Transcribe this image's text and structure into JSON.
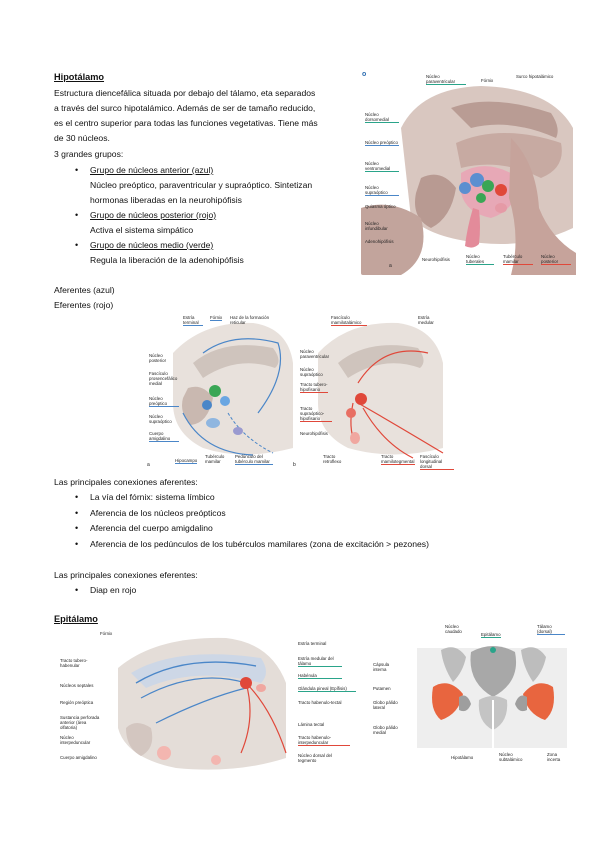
{
  "hipotalamo": {
    "title": "Hipotálamo",
    "intro": [
      "Estructura diencefálica situada por debajo del tálamo, eta separados",
      "a través del surco hipotalámico. Además de ser de tamaño reducido,",
      "es el centro superior para todas las funciones vegetativas. Tiene más",
      "de 30 núcleos."
    ],
    "groups_heading": "3 grandes grupos:",
    "groups": [
      {
        "name": "Grupo de núcleos anterior (azul)",
        "lines": [
          "Núcleo preóptico, paraventricular y supraóptico. Sintetizan",
          "hormonas liberadas en la neurohipófisis"
        ]
      },
      {
        "name": "Grupo de núcleos posterior (rojo)",
        "lines": [
          "Activa el sistema simpático"
        ]
      },
      {
        "name": "Grupo de núcleos medio (verde)",
        "lines": [
          "Regula la liberación de la adenohipófisis"
        ]
      }
    ],
    "figure": {
      "letter_top": "o",
      "letter_bottom": "a",
      "labels": [
        "Núcleo paraventricular",
        "Fórnix",
        "Surco hipotalámico",
        "Núcleo dorsomedial",
        "Núcleo preóptico",
        "Núcleo ventromedial",
        "Núcleo supraóptico",
        "Quiasma óptico",
        "Núcleo infundibular",
        "Adenohipófisis",
        "Neurohipófisis",
        "Núcleo tuberales",
        "Tubérculo mamilar",
        "Núcleo posterior"
      ]
    }
  },
  "afferents_label": "Aferentes (azul)",
  "efferents_label": "Eferentes (rojo)",
  "conn_figure": {
    "left_labels": [
      "Estría terminal",
      "Fórnix",
      "Haz de la formación reticular",
      "Núcleo posterior",
      "Fascículo prosencefálico medial",
      "Núcleo preóptico",
      "Núcleo supraóptico",
      "Cuerpo amigdalino",
      "Hipocampo",
      "Tubérculo mamilar",
      "Pedúnculo del tubérculo mamilar"
    ],
    "right_labels": [
      "Fascículo mamilotalámico",
      "Estría medular",
      "Núcleo paraventricular",
      "Núcleo supraóptico",
      "Tracto tubero-hipofisario",
      "Tracto supraóptico-hipofisario",
      "Neurohipófisis",
      "Tracto retroflexo",
      "Tracto mamilotegmental",
      "Fascículo longitudinal dorsal"
    ],
    "letter_a": "a",
    "letter_b": "b"
  },
  "aff_heading": "Las principales conexiones aferentes:",
  "aff_items": [
    "La vía del fórnix: sistema límbico",
    "Aferencia de los núcleos preópticos",
    "Aferencia del cuerpo amigdalino",
    "Aferencia de los pedúnculos de los tubérculos mamilares (zona de excitación > pezones)"
  ],
  "eff_heading": "Las principales conexiones eferentes:",
  "eff_items": [
    "Diap en rojo"
  ],
  "epitalamo": {
    "title": "Epitálamo",
    "left_labels": [
      "Fórnix",
      "Tracto tubero-habenular",
      "Núcleos septales",
      "Región preóptica",
      "Sustancia perforada anterior (área olfatoria)",
      "Núcleo interpeduncular",
      "Cuerpo amigdalino"
    ],
    "right_labels": [
      "Estría terminal",
      "Estría medular del tálamo",
      "Habénula",
      "Glándula pineal (Epífisis)",
      "Tracto habenulo-tectal",
      "Lámina tectal",
      "Tracto habenulo-interpeduncular",
      "Núcleo dorsal del tegmento"
    ],
    "coronal_labels": [
      "Núcleo caudado",
      "Epitálamo",
      "Tálamo (dorsal)",
      "Cápsula interna",
      "Putamen",
      "Globo pálido lateral",
      "Globo pálido medial",
      "Hipotálamo",
      "Núcleo subtalámico",
      "Zona incerta"
    ]
  },
  "colors": {
    "blue": "#4a86c8",
    "red": "#e0483a",
    "green": "#3aa655",
    "pink": "#f2a9b6",
    "underline_teal": "#2aa48a"
  }
}
